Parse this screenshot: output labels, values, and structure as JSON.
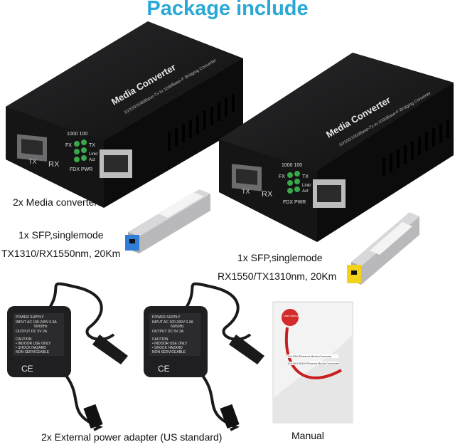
{
  "title": "Package include",
  "captions": {
    "converters": "2x Media converters",
    "sfp1_line1": "1x SFP,singlemode",
    "sfp1_line2": "TX1310/RX1550nm, 20Km",
    "sfp2_line1": "1x SFP,singlemode",
    "sfp2_line2": "RX1550/TX1310nm, 20Km",
    "adapter": "2x External power adapter (US standard)",
    "manual": "Manual"
  },
  "device": {
    "top_label": "Media Converter",
    "spec_label": "10/100/1000Base-Tx to 1000Base-F Bridging Converter",
    "led_header": "1000 100",
    "led_fx": "FX",
    "led_tx": "TX",
    "led_link": "Link/",
    "led_act": "Act",
    "led_footer": "FDX PWR",
    "port_tx": "TX",
    "port_rx": "RX"
  },
  "adapter_label": {
    "l1": "POWER SUPPLY",
    "l2": "INPUT  AC 100-240V 0.3A",
    "l3": "50/60Hz",
    "l4": "OUTPUT  DC 5V 2A",
    "l5": "CAUTION",
    "l6": "• INDOOR USE ONLY",
    "l7": "• SHOCK HAZARD",
    "l8": "NON SERVICEABLE",
    "ce": "CE"
  },
  "manual_doc": {
    "badge": "User Manual",
    "line1": "10/100M Ethernet Media Converter",
    "line2": "10/100/1000M Ethernet Media Converter"
  },
  "colors": {
    "title": "#2aa8d6",
    "device_body": "#1c1c1e",
    "led": "#3aa84a",
    "sfp_blue": "#2f7fd8",
    "sfp_yellow": "#f2d21a"
  }
}
